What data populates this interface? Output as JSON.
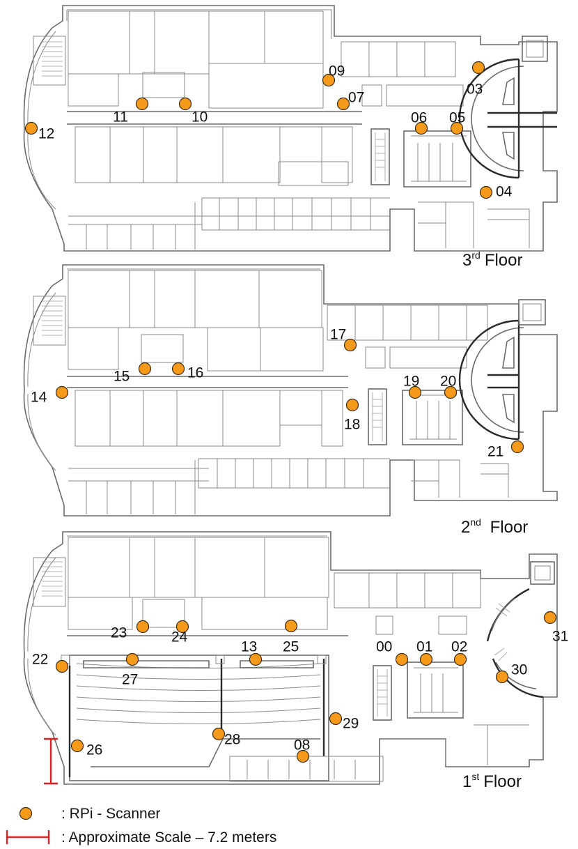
{
  "floors": [
    {
      "ordinal": "3",
      "suffix": "rd",
      "word": "Floor"
    },
    {
      "ordinal": "2",
      "suffix": "nd",
      "word": " Floor"
    },
    {
      "ordinal": "1",
      "suffix": "st",
      "word": "Floor"
    }
  ],
  "scanners": [
    {
      "id": "03"
    },
    {
      "id": "09"
    },
    {
      "id": "07"
    },
    {
      "id": "11"
    },
    {
      "id": "10"
    },
    {
      "id": "12"
    },
    {
      "id": "06"
    },
    {
      "id": "05"
    },
    {
      "id": "04"
    },
    {
      "id": "17"
    },
    {
      "id": "15"
    },
    {
      "id": "16"
    },
    {
      "id": "14"
    },
    {
      "id": "19"
    },
    {
      "id": "20"
    },
    {
      "id": "18"
    },
    {
      "id": "21"
    },
    {
      "id": "23"
    },
    {
      "id": "24"
    },
    {
      "id": "25"
    },
    {
      "id": "31"
    },
    {
      "id": "13"
    },
    {
      "id": "00"
    },
    {
      "id": "01"
    },
    {
      "id": "02"
    },
    {
      "id": "22"
    },
    {
      "id": "27"
    },
    {
      "id": "30"
    },
    {
      "id": "29"
    },
    {
      "id": "28"
    },
    {
      "id": "26"
    },
    {
      "id": "08"
    }
  ],
  "legend": {
    "scanner_label": ": RPi - Scanner",
    "scale_label": ": Approximate Scale – 7.2 meters"
  },
  "colors": {
    "scanner_fill": "#f59a1a",
    "scale_bar": "#e02020",
    "walls": "#6a6a6a"
  }
}
